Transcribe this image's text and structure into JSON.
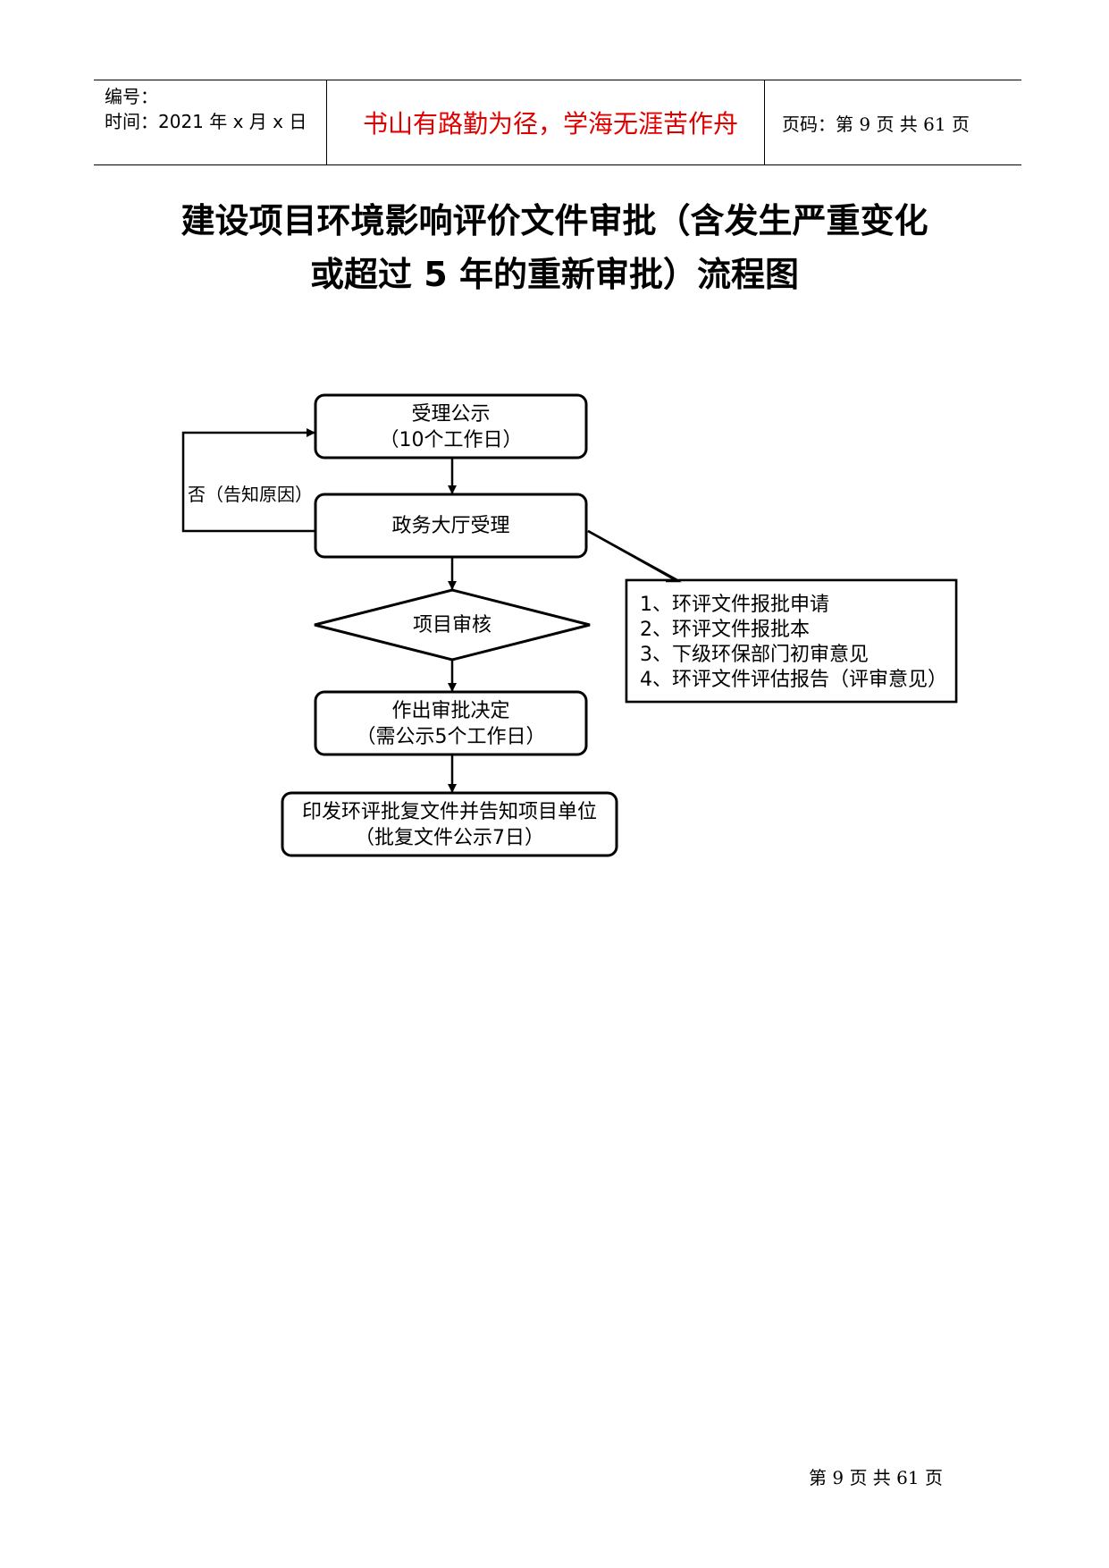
{
  "header": {
    "number_label": "编号：",
    "time_label": "时间：2021 年 x 月 x 日",
    "motto": "书山有路勤为径，学海无涯苦作舟",
    "page_info": "页码：第 9 页  共 61 页"
  },
  "title": {
    "line1": "建设项目环境影响评价文件审批（含发生严重变化",
    "line2": "或超过 5 年的重新审批）流程图"
  },
  "flowchart": {
    "node1": {
      "line1": "受理公示",
      "line2": "（10个工作日）"
    },
    "reject_label": "否（告知原因）",
    "node2": "政务大厅受理",
    "decision": "项目审核",
    "node3": {
      "line1": "作出审批决定",
      "line2": "（需公示5个工作日）"
    },
    "node4": {
      "line1": "印发环评批复文件并告知项目单位",
      "line2": "（批复文件公示7日）"
    },
    "notes": [
      "1、环评文件报批申请",
      "2、环评文件报批本",
      "3、下级环保部门初审意见",
      "4、环评文件评估报告（评审意见）"
    ]
  },
  "footer": {
    "page_text": "第 9 页 共 61 页"
  }
}
